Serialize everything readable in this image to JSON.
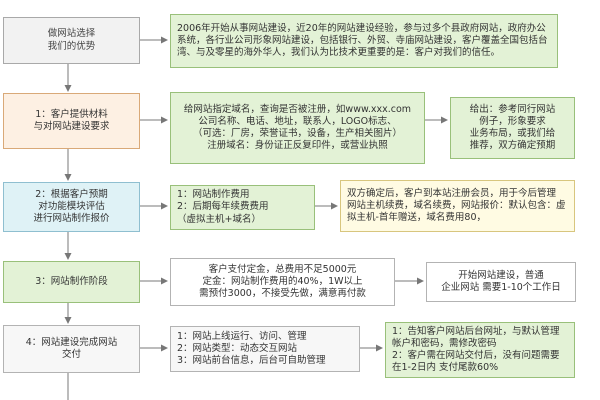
{
  "steps": [
    {
      "label": "做网站选择\n我们的优势"
    },
    {
      "label": "1：客户提供材料\n与对网站建设要求"
    },
    {
      "label": "2：根据客户预期\n对功能模块评估\n进行网站制作报价"
    },
    {
      "label": "3：网站制作阶段"
    },
    {
      "label": "4：网站建设完成网站\n交付"
    }
  ],
  "details": {
    "advantage": "2006年开始从事网站建设，近20年的网站建设经验，参与过多个县政府网站，政府办公系统，各行业公司形象网站建设，包括银行、外贸、寺庙网站建设，客户覆盖全国包括台湾、与及零星的海外华人，我们认为比技术更重要的是：客户对我们的信任。",
    "materials": "给网站指定域名，查询是否被注册，如www.xxx.com\n公司名称、电话、地址，联系人，LOGO标志、\n（可选：厂房，荣誉证书，设备，生产相关图片）\n注册域名：身份证正反复印件，或营业执照",
    "reference": "给出：参考同行网站\n例子，形象要求\n业务布局，或我们给\n推荐，双方确定预期",
    "pricing": "1：网站制作费用\n2：后期每年续费费用\n（虚拟主机+域名）",
    "agreement": "双方确定后，客户到本站注册会员，用于今后管理 网站主机续费，域名续费，网站报价：默认包含：虚拟主机-首年赠送，域名费用80，",
    "deposit": "客户支付定金，总费用不足5000元\n定金：网站制作费用的40%，1W以上\n需预付3000，不接受先做，满意再付款",
    "schedule": "开始网站建设，普通\n企业网站 需要1-10个工作日",
    "delivery": "1：网站上线运行、访问、管理\n2：网站类型：动态交互网站\n3：网站前台信息，后台可自助管理",
    "handover": "1：告知客户网站后台网址，与默认管理帐户和密码，需修改密码\n2：客户需在网站交付后，没有问题需要在1-2日内 支付尾款60%"
  }
}
